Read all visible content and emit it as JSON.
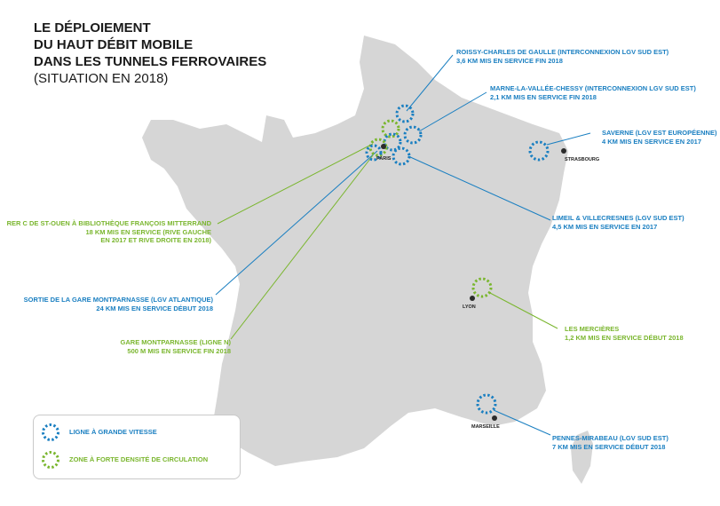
{
  "title": {
    "line1": "LE DÉPLOIEMENT",
    "line2": "DU HAUT DÉBIT MOBILE",
    "line3": "DANS LES TUNNELS FERROVAIRES",
    "subtitle": "(SITUATION EN 2018)"
  },
  "colors": {
    "lgv": "#1a7fc1",
    "dense": "#7ab62e",
    "land": "#d6d6d6",
    "city": "#2b2b2b"
  },
  "cities": {
    "paris": "PARIS",
    "strasbourg": "STRASBOURG",
    "lyon": "LYON",
    "marseille": "MARSEILLE"
  },
  "annotations": {
    "roissy": {
      "l1": "ROISSY-CHARLES DE GAULLE (INTERCONNEXION LGV SUD EST)",
      "l2": "3,6 KM MIS EN SERVICE FIN 2018"
    },
    "marne": {
      "l1": "MARNE-LA-VALLÉE-CHESSY (INTERCONNEXION LGV SUD EST)",
      "l2": "2,1 KM MIS EN SERVICE FIN 2018"
    },
    "saverne": {
      "l1": "SAVERNE (LGV EST EUROPÉENNE)",
      "l2": "4 KM MIS EN SERVICE EN 2017"
    },
    "limeil": {
      "l1": "LIMEIL & VILLECRESNES (LGV SUD EST)",
      "l2": "4,5 KM MIS EN SERVICE EN 2017"
    },
    "rerc": {
      "l1": "RER C DE ST-OUEN À BIBLIOTHÈQUE FRANÇOIS MITTERRAND",
      "l2": "18 KM MIS EN SERVICE (RIVE GAUCHE",
      "l3": "EN 2017 ET RIVE DROITE EN 2018)"
    },
    "sortie": {
      "l1": "SORTIE DE LA GARE MONTPARNASSE (LGV ATLANTIQUE)",
      "l2": "24 KM MIS EN SERVICE DÉBUT 2018"
    },
    "garemont": {
      "l1": "GARE MONTPARNASSE (LIGNE N)",
      "l2": "500 M MIS EN SERVICE FIN 2018"
    },
    "mercieres": {
      "l1": "LES MERCIÈRES",
      "l2": "1,2 KM MIS EN SERVICE DÉBUT 2018"
    },
    "pennes": {
      "l1": "PENNES-MIRABEAU (LGV SUD EST)",
      "l2": "7 KM MIS EN SERVICE DÉBUT 2018"
    }
  },
  "legend": {
    "lgv": "LIGNE À GRANDE VITESSE",
    "dense": "ZONE À FORTE DENSITÉ DE CIRCULATION"
  }
}
